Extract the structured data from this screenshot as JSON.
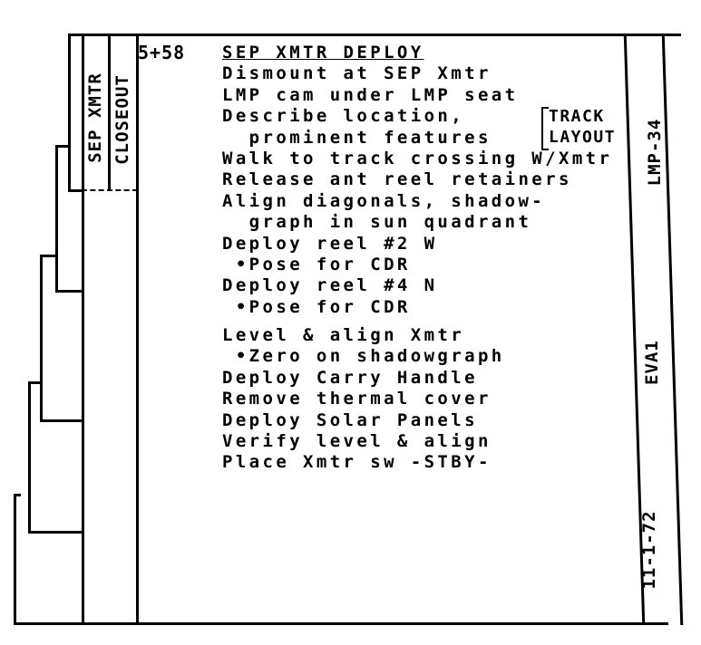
{
  "time": "5+58",
  "side_labels": {
    "column1": "SEP XMTR",
    "column2": "CLOSEOUT"
  },
  "title": "SEP XMTR DEPLOY",
  "steps": [
    "Dismount at SEP Xmtr",
    "LMP cam under LMP seat",
    "Describe location,",
    "  prominent features",
    "Walk to track crossing W/Xmtr",
    "Release ant reel retainers",
    "Align diagonals, shadow-",
    "  graph in sun quadrant",
    "Deploy reel #2 W",
    " •Pose for CDR",
    "Deploy reel #4 N",
    " •Pose for CDR",
    "Level & align Xmtr",
    " •Zero on shadowgraph",
    "Deploy Carry Handle",
    "Remove thermal cover",
    "Deploy Solar Panels",
    "Verify level & align",
    "Place Xmtr sw -STBY-"
  ],
  "bracket_note": [
    "TRACK",
    "LAYOUT"
  ],
  "right_margin": {
    "page": "LMP-34",
    "section": "EVA1",
    "date": "11-1-72"
  }
}
